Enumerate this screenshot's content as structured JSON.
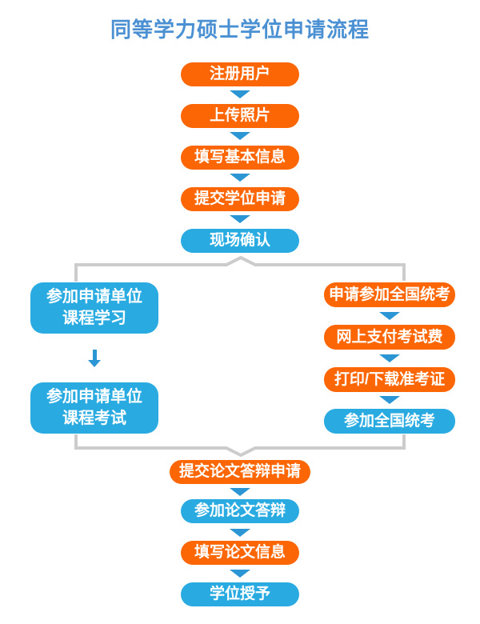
{
  "title": "同等学力硕士学位申请流程",
  "colors": {
    "orange": "#fc6604",
    "blue": "#29abe2",
    "arrow": "#2b96d3",
    "title": "#4a90d2",
    "line": "#cccccc",
    "background": "#ffffff",
    "box_text": "#ffffff"
  },
  "icons": {
    "step_arrow": "triangle-down",
    "branch_arrow": "arrow-down",
    "split_marker": "chevron-up",
    "merge_marker": "chevron-down"
  },
  "flow": {
    "top": [
      {
        "label": "注册用户",
        "color": "orange"
      },
      {
        "label": "上传照片",
        "color": "orange"
      },
      {
        "label": "填写基本信息",
        "color": "orange"
      },
      {
        "label": "提交学位申请",
        "color": "orange"
      },
      {
        "label": "现场确认",
        "color": "blue"
      }
    ],
    "left": [
      {
        "line1": "参加申请单位",
        "line2": "课程学习",
        "color": "blue"
      },
      {
        "line1": "参加申请单位",
        "line2": "课程考试",
        "color": "blue"
      }
    ],
    "right": [
      {
        "label": "申请参加全国统考",
        "color": "orange"
      },
      {
        "label": "网上支付考试费",
        "color": "orange"
      },
      {
        "label": "打印/下载准考证",
        "color": "orange"
      },
      {
        "label": "参加全国统考",
        "color": "blue"
      }
    ],
    "bottom": [
      {
        "label": "提交论文答辩申请",
        "color": "orange"
      },
      {
        "label": "参加论文答辩",
        "color": "blue"
      },
      {
        "label": "填写论文信息",
        "color": "orange"
      },
      {
        "label": "学位授予",
        "color": "blue"
      }
    ]
  }
}
